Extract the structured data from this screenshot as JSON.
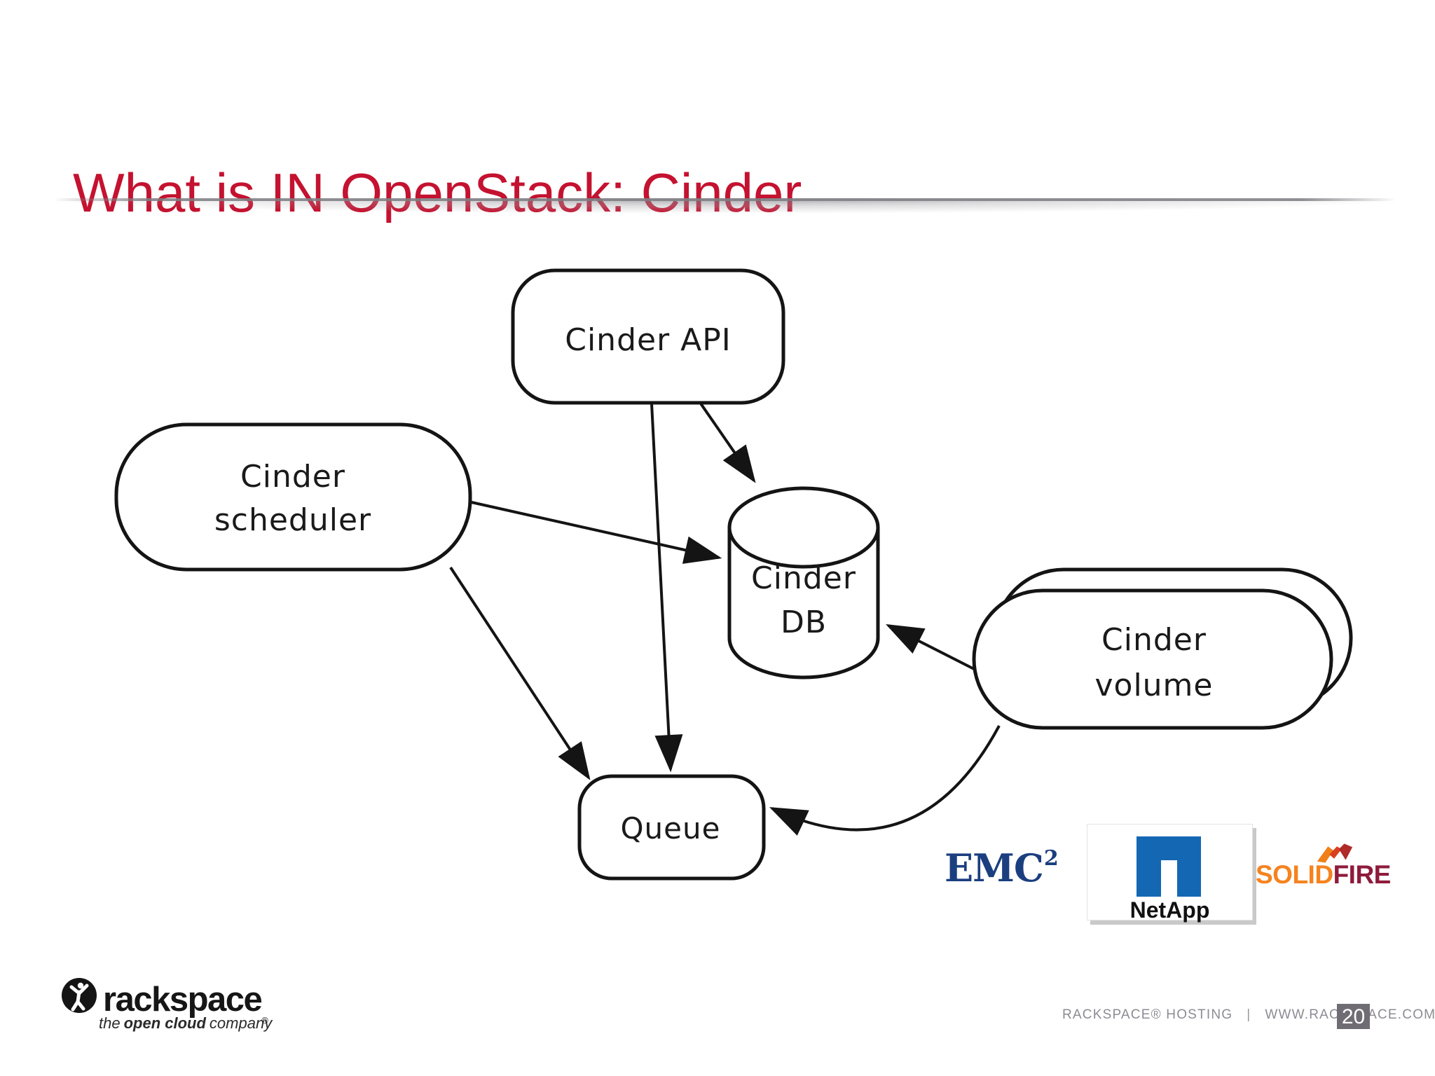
{
  "slide": {
    "title": "What is IN OpenStack: Cinder"
  },
  "diagram": {
    "nodes": {
      "api": {
        "label": "Cinder API"
      },
      "scheduler": {
        "line1": "Cinder",
        "line2": "scheduler"
      },
      "db": {
        "line1": "Cinder",
        "line2": "DB"
      },
      "volume": {
        "line1": "Cinder",
        "line2": "volume"
      },
      "queue": {
        "label": "Queue"
      }
    },
    "edges": [
      {
        "from": "Cinder API",
        "to": "Queue"
      },
      {
        "from": "Cinder API",
        "to": "Cinder DB"
      },
      {
        "from": "Cinder scheduler",
        "to": "Cinder DB"
      },
      {
        "from": "Cinder scheduler",
        "to": "Queue"
      },
      {
        "from": "Cinder volume",
        "to": "Cinder DB"
      },
      {
        "from": "Cinder volume",
        "to": "Queue"
      }
    ]
  },
  "logos": {
    "emc": {
      "text": "EMC",
      "superscript": "2"
    },
    "netapp": {
      "label": "NetApp"
    },
    "solidfire": {
      "part1": "SOLID",
      "part2": "FIRE"
    }
  },
  "footer": {
    "brand": "rackspace",
    "registered": "®",
    "tagline_pre": "the",
    "tagline_bold": "open cloud",
    "tagline_post": "company",
    "host_text": "RACKSPACE® HOSTING",
    "separator": "|",
    "url_text": "WWW.RACKSPACE.COM",
    "page_number": "20"
  },
  "colors": {
    "title_red": "#C41230",
    "emc_navy": "#1B3E7F",
    "netapp_blue": "#1467B3",
    "solidfire_orange": "#F5831F",
    "solidfire_maroon": "#8E1B3B",
    "footer_gray": "#8D8B93",
    "diagram_stroke": "#141414"
  }
}
